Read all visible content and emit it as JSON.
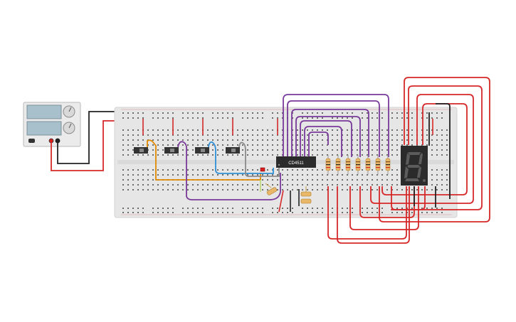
{
  "chip": {
    "label": "CD4511"
  },
  "power_supply": {
    "display_top": "",
    "display_bottom": ""
  },
  "colors": {
    "breadboard": "#e6e6e6",
    "rail_red": "#d61f1f",
    "wire_purple": "#7a3a9a",
    "wire_red": "#d62828",
    "wire_orange": "#e08a00",
    "wire_blue": "#2f8fd6",
    "wire_black": "#222222",
    "wire_gray": "#8a8a8a",
    "resistor": "#e8b769",
    "display_body": "#2b2b2b",
    "segment_off": "#5c5c5c"
  },
  "components": [
    {
      "name": "power-supply"
    },
    {
      "name": "breadboard"
    },
    {
      "name": "slide-switch",
      "count": 4
    },
    {
      "name": "ic-cd4511"
    },
    {
      "name": "resistor",
      "count": 7
    },
    {
      "name": "seven-segment-display"
    },
    {
      "name": "capacitor"
    },
    {
      "name": "led"
    }
  ]
}
